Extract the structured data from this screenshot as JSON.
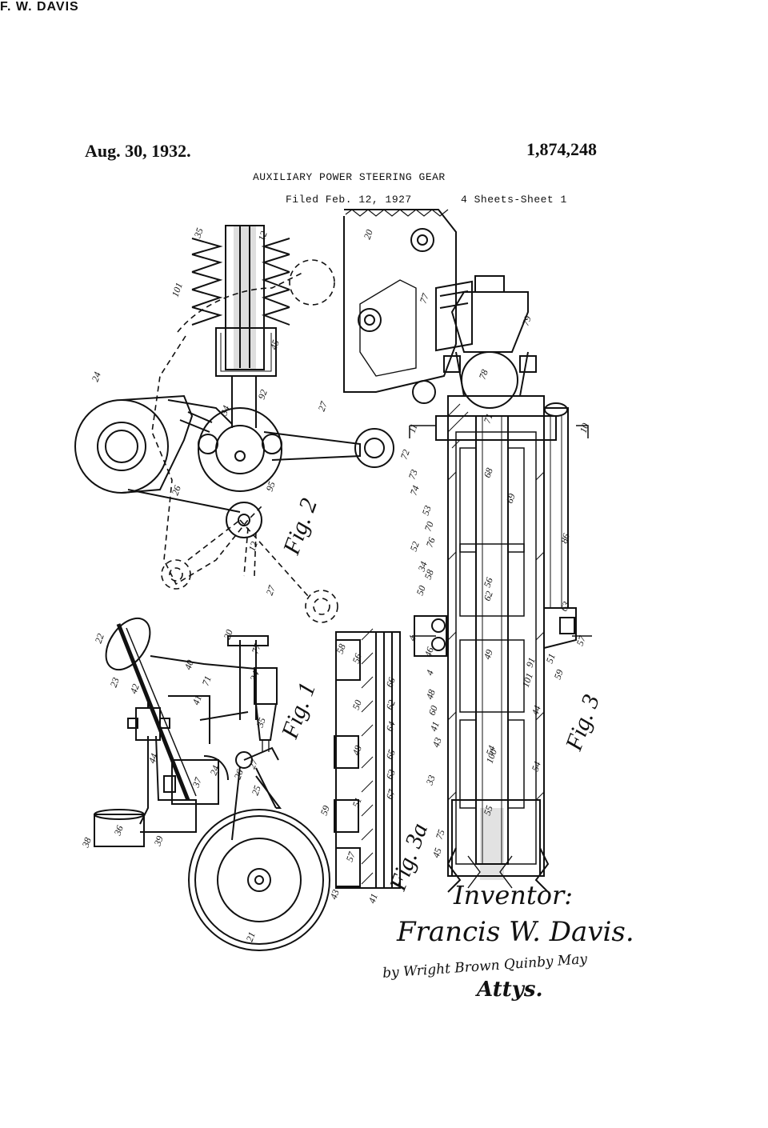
{
  "header": {
    "date": "Aug. 30, 1932.",
    "inventor": "F. W. DAVIS",
    "patent_number": "1,874,248",
    "title": "AUXILIARY POWER STEERING GEAR",
    "filed": "Filed Feb. 12, 1927",
    "sheets": "4 Sheets-Sheet  1"
  },
  "figures": {
    "fig1": "Fig. 1",
    "fig2": "Fig. 2",
    "fig3": "Fig. 3",
    "fig3a": "Fig. 3a"
  },
  "signature": {
    "heading": "Inventor:",
    "name": "Francis W. Davis.",
    "attorneys_line": "by Wright Brown Quinby May",
    "attys": "Attys."
  },
  "reference_numerals": {
    "fig2": [
      "35",
      "12",
      "101",
      "45",
      "24",
      "92",
      "34",
      "27",
      "95",
      "26",
      "12",
      "27"
    ],
    "fig1": [
      "22",
      "23",
      "40",
      "20",
      "77",
      "71",
      "34",
      "41",
      "42",
      "44",
      "35",
      "24",
      "26",
      "27",
      "25",
      "37",
      "36",
      "38",
      "39",
      "21"
    ],
    "fig3": [
      "20",
      "77",
      "78",
      "79",
      "11",
      "71",
      "10",
      "72",
      "73",
      "74",
      "53",
      "70",
      "68",
      "69",
      "76",
      "52",
      "34",
      "58",
      "56",
      "86",
      "50",
      "4",
      "62",
      "63",
      "49",
      "57",
      "46",
      "4",
      "51",
      "59",
      "48",
      "91",
      "60",
      "41",
      "44",
      "43",
      "54",
      "54",
      "33",
      "55",
      "75",
      "45",
      "100",
      "101"
    ],
    "fig3a": [
      "58",
      "56",
      "66",
      "62",
      "50",
      "64",
      "48",
      "65",
      "63",
      "51",
      "67",
      "59",
      "57",
      "43",
      "41"
    ]
  }
}
